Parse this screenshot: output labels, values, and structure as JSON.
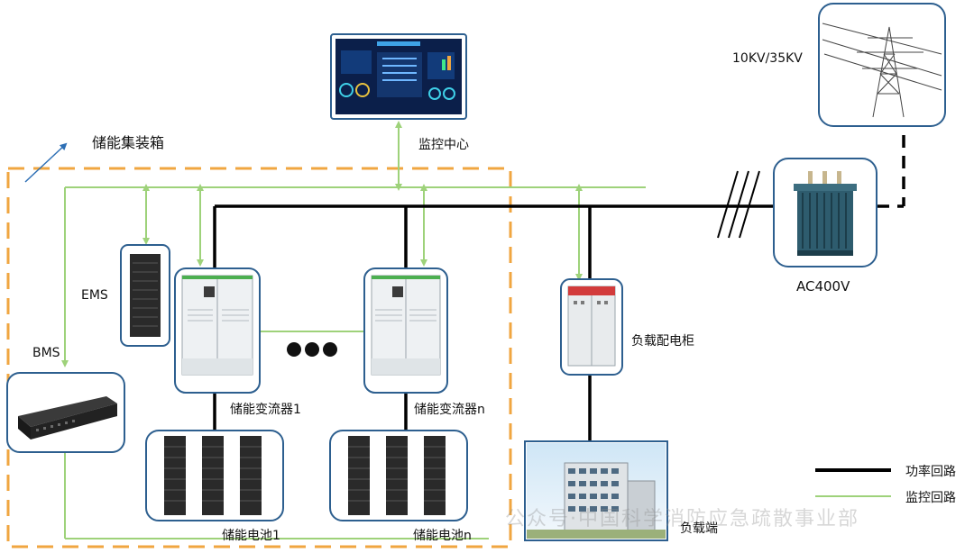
{
  "labels": {
    "container": "储能集装箱",
    "monitoring_center": "监控中心",
    "grid_voltage": "10KV/35KV",
    "transformer_voltage": "AC400V",
    "ems": "EMS",
    "bms": "BMS",
    "pcs_1": "储能变流器1",
    "pcs_n": "储能变流器n",
    "battery_1": "储能电池1",
    "battery_n": "储能电池n",
    "load_cabinet": "负载配电柜",
    "load_end": "负载端"
  },
  "legend": [
    {
      "label": "功率回路",
      "color": "#000000"
    },
    {
      "label": "监控回路",
      "color": "#9ed27a"
    }
  ],
  "watermark": "公众号·中国科学消防应急疏散事业部",
  "colors": {
    "power_line": "#000000",
    "monitor_line": "#9ed27a",
    "container_border": "#f0a640",
    "box_border": "#2d5f8f"
  },
  "icons": {
    "monitor_screen": "dashboard-screen-icon",
    "tower": "power-tower-icon",
    "transformer": "transformer-icon",
    "ems": "server-rack-icon",
    "bms": "rack-unit-icon",
    "pcs": "inverter-cabinet-icon",
    "battery": "battery-rack-icon",
    "load_cabinet": "distribution-cabinet-icon",
    "building": "office-building-icon",
    "more": "ellipsis-icon"
  }
}
